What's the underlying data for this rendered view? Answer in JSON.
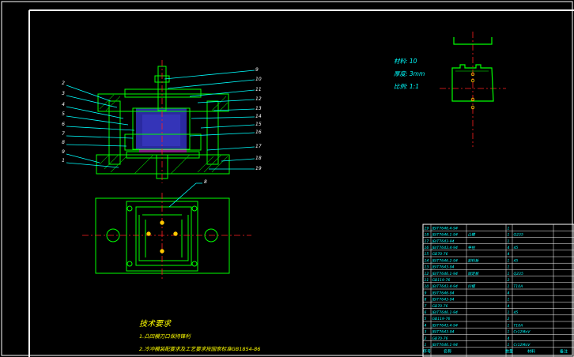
{
  "drawing": {
    "frame_color": "#ffffff",
    "line_colors": {
      "outline": "#00ff00",
      "leader": "#00ffff",
      "center": "#ff2020",
      "section_fill": "#2a2aa0",
      "label": "#ffff00",
      "hole": "#ffc800"
    }
  },
  "callouts": {
    "left": [
      "2",
      "3",
      "4",
      "5",
      "6",
      "7",
      "8",
      "9",
      "1"
    ],
    "right": [
      "9",
      "10",
      "11",
      "12",
      "13",
      "14",
      "15",
      "16",
      "17",
      "18",
      "19"
    ],
    "plan": "8"
  },
  "part_spec": {
    "material": "材料: 10",
    "thickness": "厚度: 3mm",
    "scale": "比例: 1:1"
  },
  "tech_requirements": {
    "title": "技术要求",
    "lines": [
      "1.凸凹模刃口保持锋利",
      "2.冷冲模装配要求及工艺要求按国家标准GB1854-86"
    ]
  },
  "bom": {
    "headers": [
      "序号",
      "名称",
      "数量",
      "材料",
      "备注"
    ],
    "rows": [
      [
        "19",
        "JB/T7646.4-94",
        "",
        "1",
        "",
        ""
      ],
      [
        "18",
        "JB/T7646.1-94",
        "凸模",
        "1",
        "Q235",
        ""
      ],
      [
        "17",
        "JB/T7643-94",
        "",
        "1",
        "",
        ""
      ],
      [
        "16",
        "JB/T7643.4-94",
        "导柱",
        "4",
        "45",
        ""
      ],
      [
        "15",
        "GB70-76",
        "",
        "4",
        "",
        ""
      ],
      [
        "14",
        "JB/T7646.2-94",
        "卸料板",
        "1",
        "45",
        ""
      ],
      [
        "13",
        "JB/T7643-94",
        "",
        "1",
        "",
        ""
      ],
      [
        "12",
        "JB/T7646.1-94",
        "固定板",
        "1",
        "Q235",
        ""
      ],
      [
        "11",
        "GB119-76",
        "",
        "2",
        "",
        ""
      ],
      [
        "10",
        "JB/T7643.4-94",
        "凹模",
        "1",
        "T10A",
        ""
      ],
      [
        "9",
        "JB/T7646-94",
        "",
        "4",
        "",
        ""
      ],
      [
        "8",
        "JB/T7643-94",
        "",
        "1",
        "",
        ""
      ],
      [
        "7",
        "GB70-76",
        "",
        "4",
        "",
        ""
      ],
      [
        "6",
        "JB/T7646.1-94",
        "",
        "1",
        "45",
        ""
      ],
      [
        "5",
        "GB119-76",
        "",
        "2",
        "",
        ""
      ],
      [
        "4",
        "JB/T7643.4-94",
        "",
        "1",
        "T10A",
        ""
      ],
      [
        "3",
        "JB/T7643-94",
        "",
        "1",
        "Cr12MoV",
        ""
      ],
      [
        "2",
        "GB70-76",
        "",
        "4",
        "",
        ""
      ],
      [
        "1",
        "JB/T7646.1-94",
        "",
        "1",
        "Cr12MoV",
        ""
      ]
    ]
  }
}
